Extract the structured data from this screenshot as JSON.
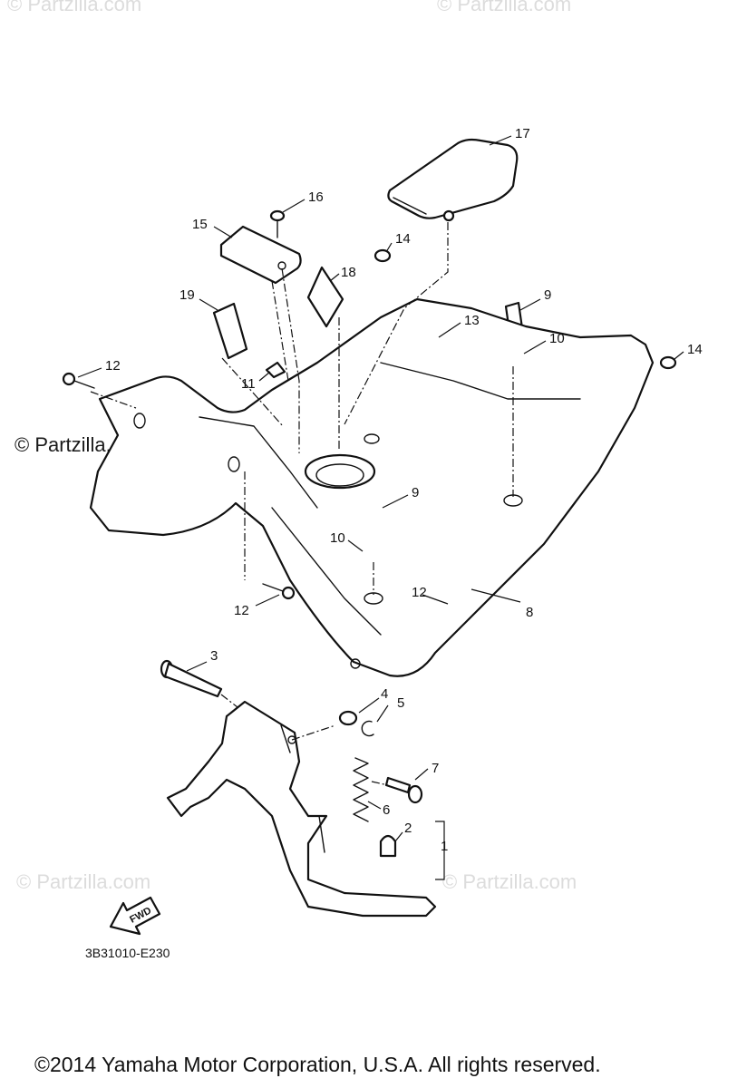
{
  "diagram": {
    "callouts": [
      {
        "id": "1",
        "text": "1"
      },
      {
        "id": "2",
        "text": "2"
      },
      {
        "id": "3",
        "text": "3"
      },
      {
        "id": "4",
        "text": "4"
      },
      {
        "id": "5",
        "text": "5"
      },
      {
        "id": "6",
        "text": "6"
      },
      {
        "id": "7",
        "text": "7"
      },
      {
        "id": "8",
        "text": "8"
      },
      {
        "id": "9a",
        "text": "9"
      },
      {
        "id": "9b",
        "text": "9"
      },
      {
        "id": "10a",
        "text": "10"
      },
      {
        "id": "10b",
        "text": "10"
      },
      {
        "id": "11",
        "text": "11"
      },
      {
        "id": "12a",
        "text": "12"
      },
      {
        "id": "12b",
        "text": "12"
      },
      {
        "id": "12c",
        "text": "12"
      },
      {
        "id": "13",
        "text": "13"
      },
      {
        "id": "14a",
        "text": "14"
      },
      {
        "id": "14b",
        "text": "14"
      },
      {
        "id": "15",
        "text": "15"
      },
      {
        "id": "16",
        "text": "16"
      },
      {
        "id": "17",
        "text": "17"
      },
      {
        "id": "18",
        "text": "18"
      },
      {
        "id": "19",
        "text": "19"
      }
    ],
    "watermark_text": "© Partzilla.com",
    "watermark_dark_text": "© Partzilla.com",
    "fwd_label": "FWD",
    "diagram_code": "3B31010-E230",
    "copyright": "©2014  Yamaha Motor Corporation, U.S.A. All rights reserved."
  }
}
